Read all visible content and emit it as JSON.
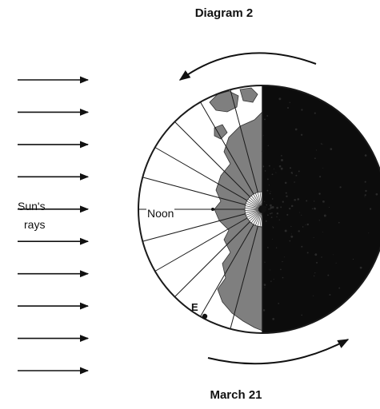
{
  "diagram": {
    "title": "Diagram 2",
    "date_label": "March 21",
    "sun_label_line1": "Sun's",
    "sun_label_line2": "rays",
    "noon_label": "Noon",
    "point_label": "E",
    "ray_count": 10,
    "meridian_count": 24,
    "colors": {
      "night": "#0c0c0c",
      "land": "#7f7f7f",
      "outline": "#1a1a1a"
    }
  }
}
